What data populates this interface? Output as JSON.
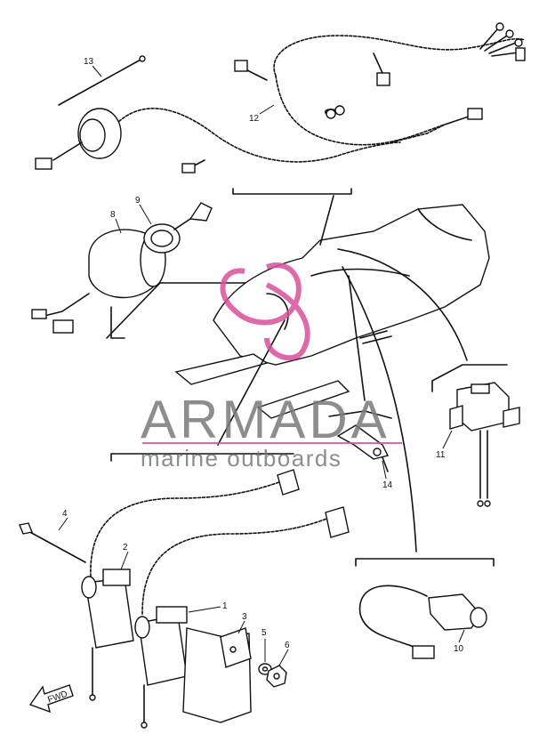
{
  "watermark": {
    "brand": "ARMADA",
    "tagline": "marine outboards",
    "color_brand": "#7a7a7a",
    "color_accent": "#d9509a"
  },
  "callouts": [
    "1",
    "2",
    "3",
    "4",
    "5",
    "6",
    "8",
    "9",
    "10",
    "11",
    "12",
    "13",
    "14"
  ],
  "front_marker": "FWD",
  "colors": {
    "ink": "#111111",
    "paper": "#ffffff"
  }
}
